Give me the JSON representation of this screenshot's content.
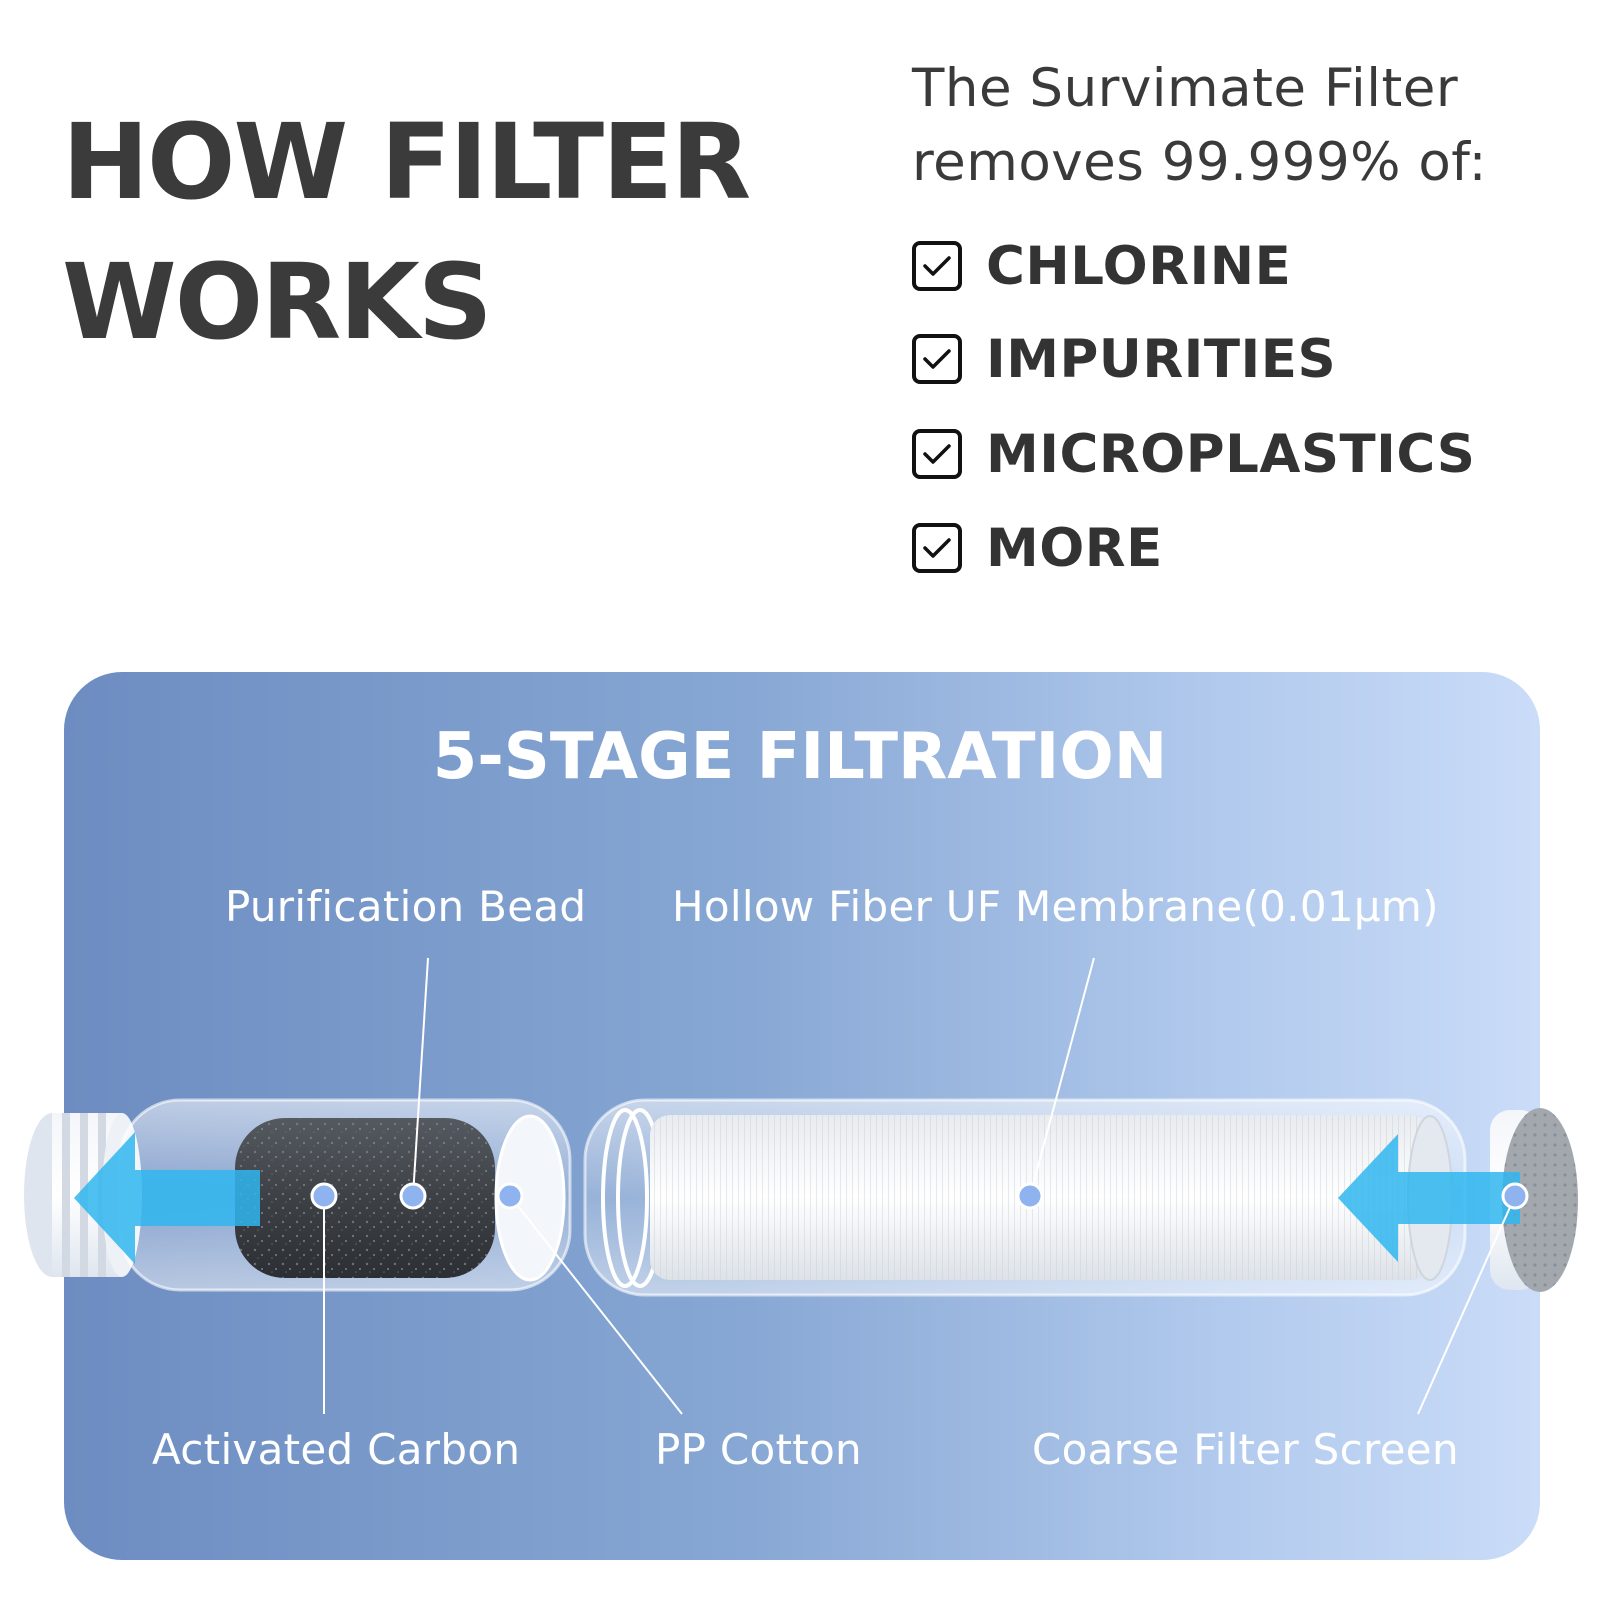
{
  "headline": {
    "line1": "HOW FILTER",
    "line2": "WORKS"
  },
  "intro": {
    "line1": "The Survimate Filter",
    "line2": "removes 99.999% of:"
  },
  "checklist": [
    {
      "label": "CHLORINE"
    },
    {
      "label": "IMPURITIES"
    },
    {
      "label": "MICROPLASTICS"
    },
    {
      "label": "MORE"
    }
  ],
  "panel": {
    "title": "5-STAGE FILTRATION",
    "callouts": {
      "purification_bead": "Purification Bead",
      "hollow_fiber": "Hollow Fiber UF Membrane(0.01μm)",
      "activated_carbon": "Activated Carbon",
      "pp_cotton": "PP Cotton",
      "coarse_screen": "Coarse Filter Screen"
    }
  },
  "colors": {
    "text_dark": "#3b3b3b",
    "panel_left": "#6d8dc2",
    "panel_right": "#cadcf8",
    "arrow": "#2fb6ee"
  },
  "icons": [
    "checkbox-checked-icon",
    "flow-arrow-icon"
  ]
}
